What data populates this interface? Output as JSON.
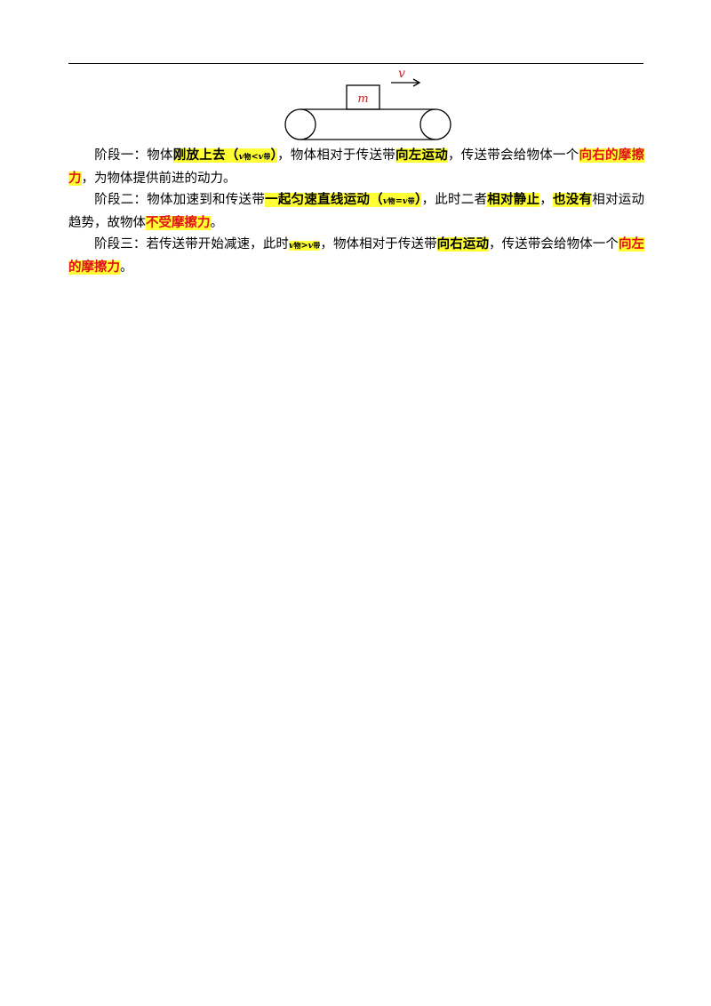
{
  "figure": {
    "velocity_label": "v",
    "mass_label": "m"
  },
  "paragraphs": {
    "p1": {
      "lead": "阶段一：物体",
      "hl1": "刚放上去（",
      "v1": "v",
      "s1": "物",
      "op": "<",
      "v2": "v",
      "s2": "带",
      "hl1_end": "）",
      "mid1": "，物体相对于传送带",
      "hl2": "向左运动",
      "mid2": "，传送带会给物体一个",
      "hl3": "向右的摩擦力",
      "tail": "，为物体提供前进的动力。"
    },
    "p2": {
      "lead": "阶段二：物体加速到和传送带",
      "hl1": "一起匀速直线运动（",
      "v1": "v",
      "s1": "物",
      "op": "=",
      "v2": "v",
      "s2": "带",
      "hl1_end": "）",
      "mid1": "，此时二者",
      "hl2": "相对静止",
      "mid2": "，",
      "hl3": "也没有",
      "mid3": "相对运动趋势，故物体",
      "hl4": "不受摩擦力",
      "tail": "。"
    },
    "p3": {
      "lead": "阶段三：若传送带开始减速，此时",
      "v1": "v",
      "s1": "物",
      "op": ">",
      "v2": "v",
      "s2": "带",
      "mid1": "，物体相对于传送带",
      "hl2": "向右运动",
      "mid2": "，传送带会给物体一个",
      "hl3": "向左的摩擦力",
      "tail": "。"
    }
  }
}
